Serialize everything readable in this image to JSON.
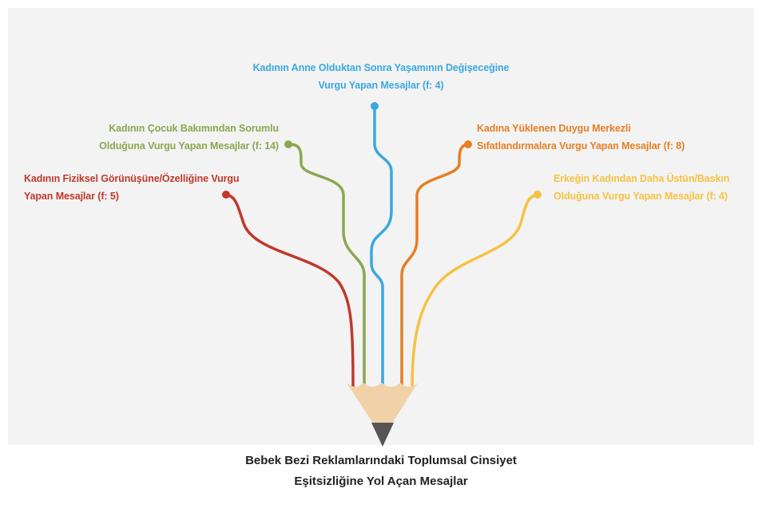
{
  "title": {
    "line1": "Bebek Bezi Reklamlarındaki Toplumsal Cinsiyet",
    "line2": "Eşitsizliğine Yol Açan Mesajlar"
  },
  "branches": [
    {
      "id": "physical",
      "line1": "Kadının Fiziksel Görünüşüne/Özelliğine Vurgu",
      "line2": "Yapan Mesajlar (f: 5)",
      "frequency": 5,
      "color": "#c0392b"
    },
    {
      "id": "childcare",
      "line1": "Kadının Çocuk Bakımından Sorumlu",
      "line2": "Olduğuna Vurgu Yapan Mesajlar (f: 14)",
      "frequency": 14,
      "color": "#8aa84f"
    },
    {
      "id": "motherhood",
      "line1": "Kadının Anne Olduktan Sonra Yaşamının Değişeceğine",
      "line2": "Vurgu Yapan Mesajlar (f: 4)",
      "frequency": 4,
      "color": "#3aa8e0"
    },
    {
      "id": "emotion",
      "line1": "Kadına Yüklenen Duygu Merkezli",
      "line2": "Sıfatlandırmalara Vurgu Yapan Mesajlar (f: 8)",
      "frequency": 8,
      "color": "#e67e22"
    },
    {
      "id": "dominance",
      "line1": "Erkeğin Kadından Daha Üstün/Baskın",
      "line2": "Olduğuna Vurgu Yapan Mesajlar (f: 4)",
      "frequency": 4,
      "color": "#f5c242"
    }
  ],
  "colors": {
    "panel_background": "#f3f3f3",
    "pencil_wood": "#f1d2a8",
    "pencil_tip": "#555555",
    "title_text": "#222222"
  },
  "icons": {
    "pencil": "pencil-icon"
  }
}
